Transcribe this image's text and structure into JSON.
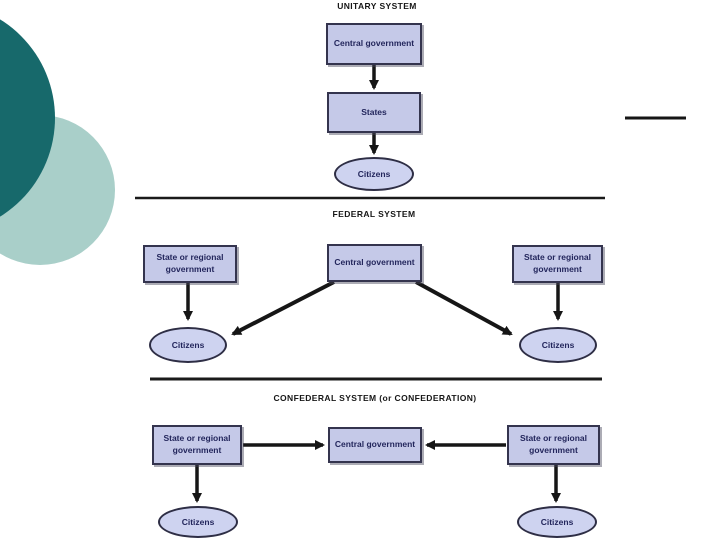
{
  "diagram": {
    "unitary": {
      "title": "UNITARY SYSTEM",
      "central_government": "Central government",
      "states": "States",
      "citizens": "Citizens"
    },
    "federal": {
      "title": "FEDERAL SYSTEM",
      "left_government": "State or regional government",
      "central_government": "Central government",
      "right_government": "State or regional government",
      "left_citizens": "Citizens",
      "right_citizens": "Citizens"
    },
    "confederal": {
      "title": "CONFEDERAL SYSTEM (or CONFEDERATION)",
      "left_government": "State or regional government",
      "central_government": "Central government",
      "right_government": "State or regional government",
      "left_citizens": "Citizens",
      "right_citizens": "Citizens"
    },
    "colors": {
      "node_fill": "#c5c9e8",
      "node_border": "#34344e",
      "node_text": "#23265c",
      "line": "#161616",
      "accent_dark_teal": "#17696b",
      "accent_light_teal": "#a9cfc9"
    }
  }
}
